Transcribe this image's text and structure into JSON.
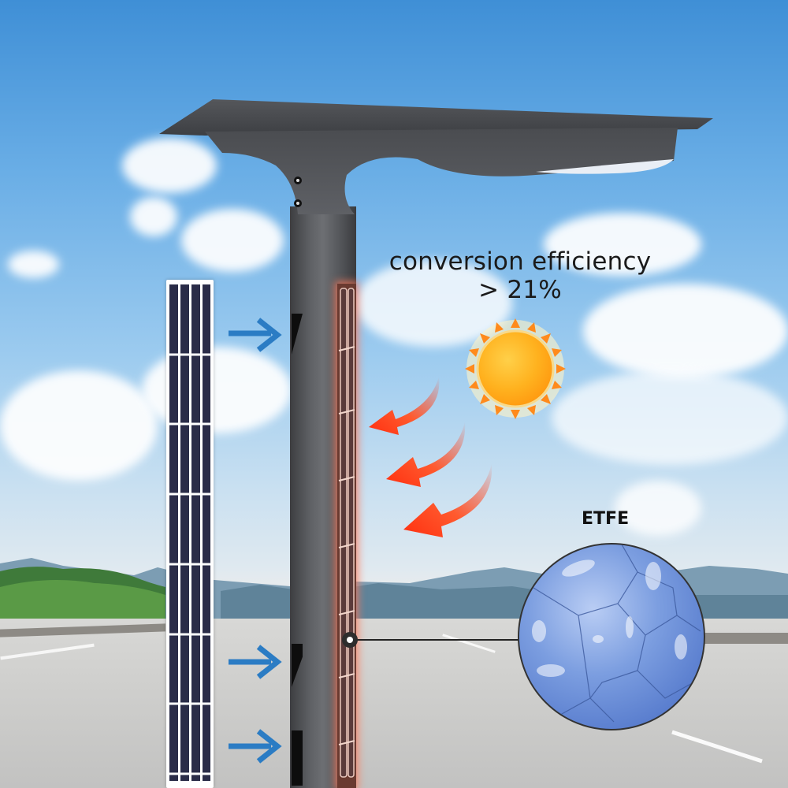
{
  "headline": {
    "line1": "conversion efficiency",
    "line2": "> 21%"
  },
  "callout": {
    "label": "ETFE"
  },
  "icons": {
    "sun": "sun-icon",
    "blue_arrows": [
      "arrow-right-icon",
      "arrow-right-icon",
      "arrow-right-icon"
    ],
    "red_arrows": [
      "curved-arrow-down-left-icon",
      "curved-arrow-down-left-icon",
      "curved-arrow-down-left-icon"
    ]
  },
  "colors": {
    "sky_top": "#3f8fd6",
    "sky_bottom": "#dfe9f0",
    "pole": "#5e6064",
    "blue_arrow": "#2b7cc4",
    "red_arrow": "#ff3b1a",
    "sun": "#ffb21f",
    "etfe": "#6d8fd8",
    "panel_glow": "#ff7a5a"
  }
}
